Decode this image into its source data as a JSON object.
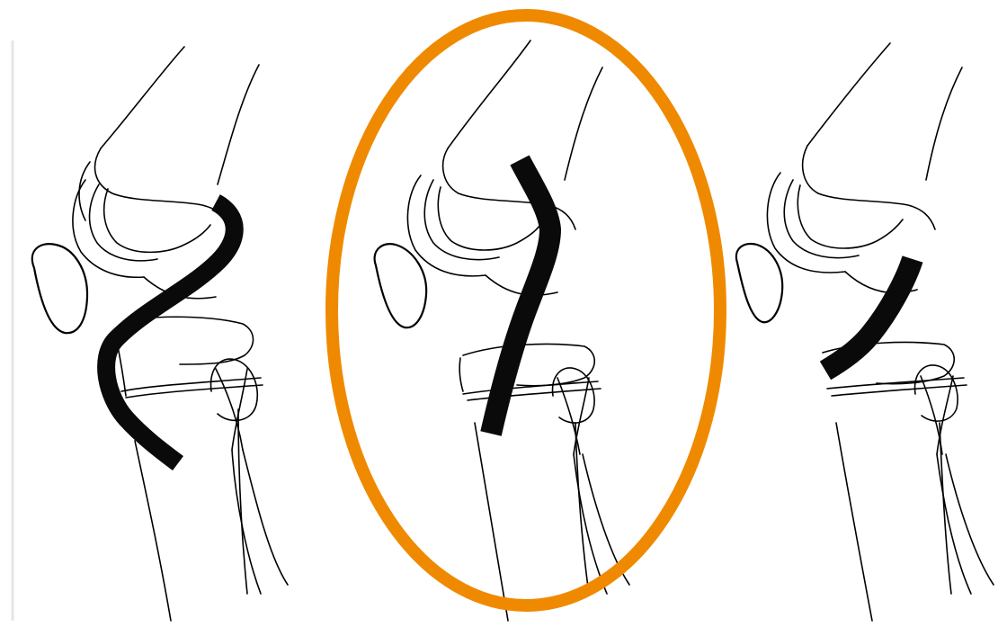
{
  "colors": {
    "background": "#ffffff",
    "line": "#000000",
    "graft": "#0a0a0a",
    "highlight": "#ef8a00"
  },
  "panels": [
    {
      "id": "panel-left",
      "graft_shape": "s-curve-wrap",
      "selected": false
    },
    {
      "id": "panel-middle",
      "graft_shape": "straight-oblique",
      "selected": true
    },
    {
      "id": "panel-right",
      "graft_shape": "short-oblique",
      "selected": false
    }
  ],
  "highlight": {
    "shape": "ellipse",
    "target": "panel-middle"
  }
}
